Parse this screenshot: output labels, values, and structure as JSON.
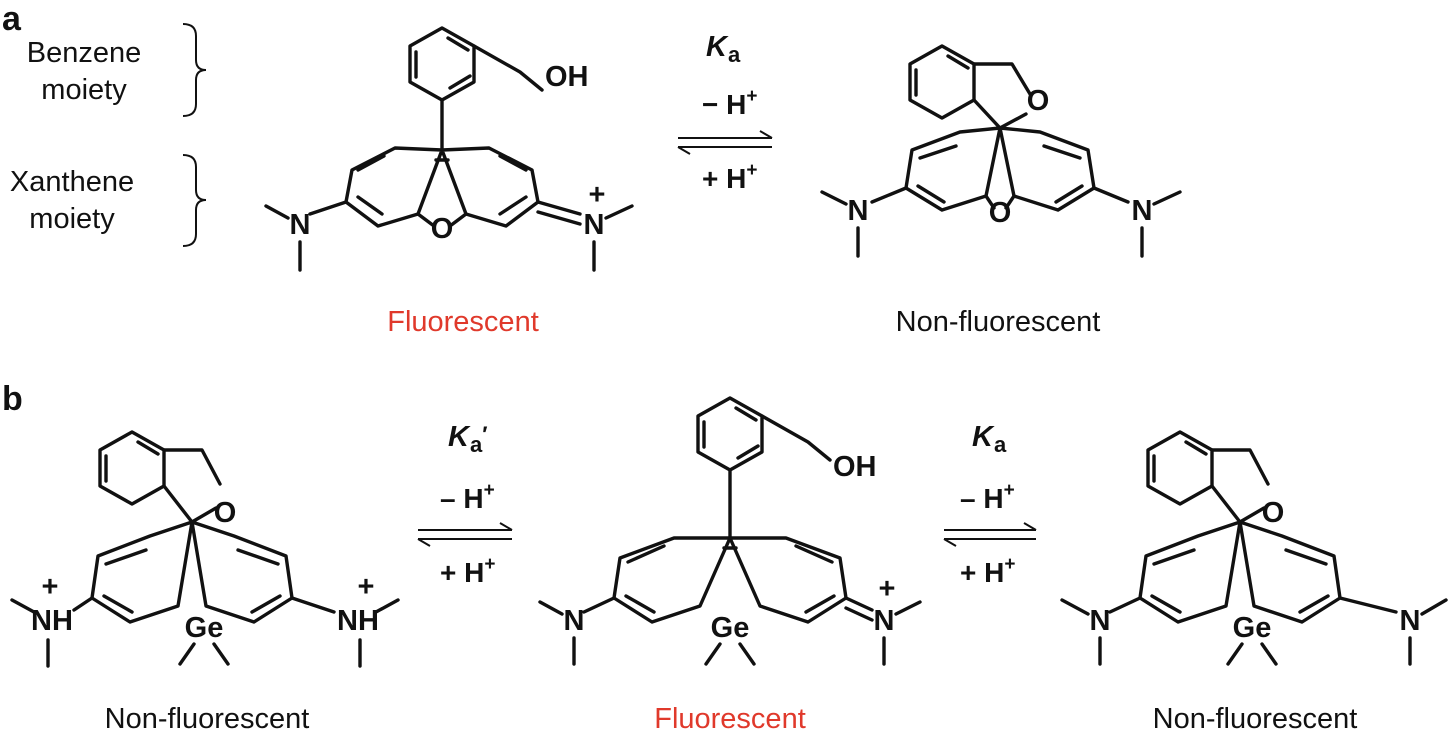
{
  "colors": {
    "fluorescent": "#e0392b",
    "ink": "#111111"
  },
  "panel_a": {
    "label": "a",
    "moiety_benzene_line1": "Benzene",
    "moiety_benzene_line2": "moiety",
    "moiety_xanthene_line1": "Xanthene",
    "moiety_xanthene_line2": "moiety",
    "equilibrium_constant": "K",
    "equilibrium_constant_sub": "a",
    "forward_condition": "− H",
    "reverse_condition": "+ H",
    "charge_sup": "+",
    "left_caption": "Fluorescent",
    "right_caption": "Non-fluorescent",
    "atoms": {
      "oh": "OH",
      "o": "O",
      "n": "N",
      "plus": "+"
    }
  },
  "panel_b": {
    "label": "b",
    "k1_constant": "K",
    "k1_sub": "a",
    "k1_prime": "′",
    "k2_constant": "K",
    "k2_sub": "a",
    "forward_condition": "– H",
    "reverse_condition": "+ H",
    "charge_sup": "+",
    "left_caption": "Non-fluorescent",
    "middle_caption": "Fluorescent",
    "right_caption": "Non-fluorescent",
    "atoms": {
      "oh": "OH",
      "o": "O",
      "n": "N",
      "nh": "NH",
      "ge": "Ge",
      "plus": "+"
    }
  }
}
